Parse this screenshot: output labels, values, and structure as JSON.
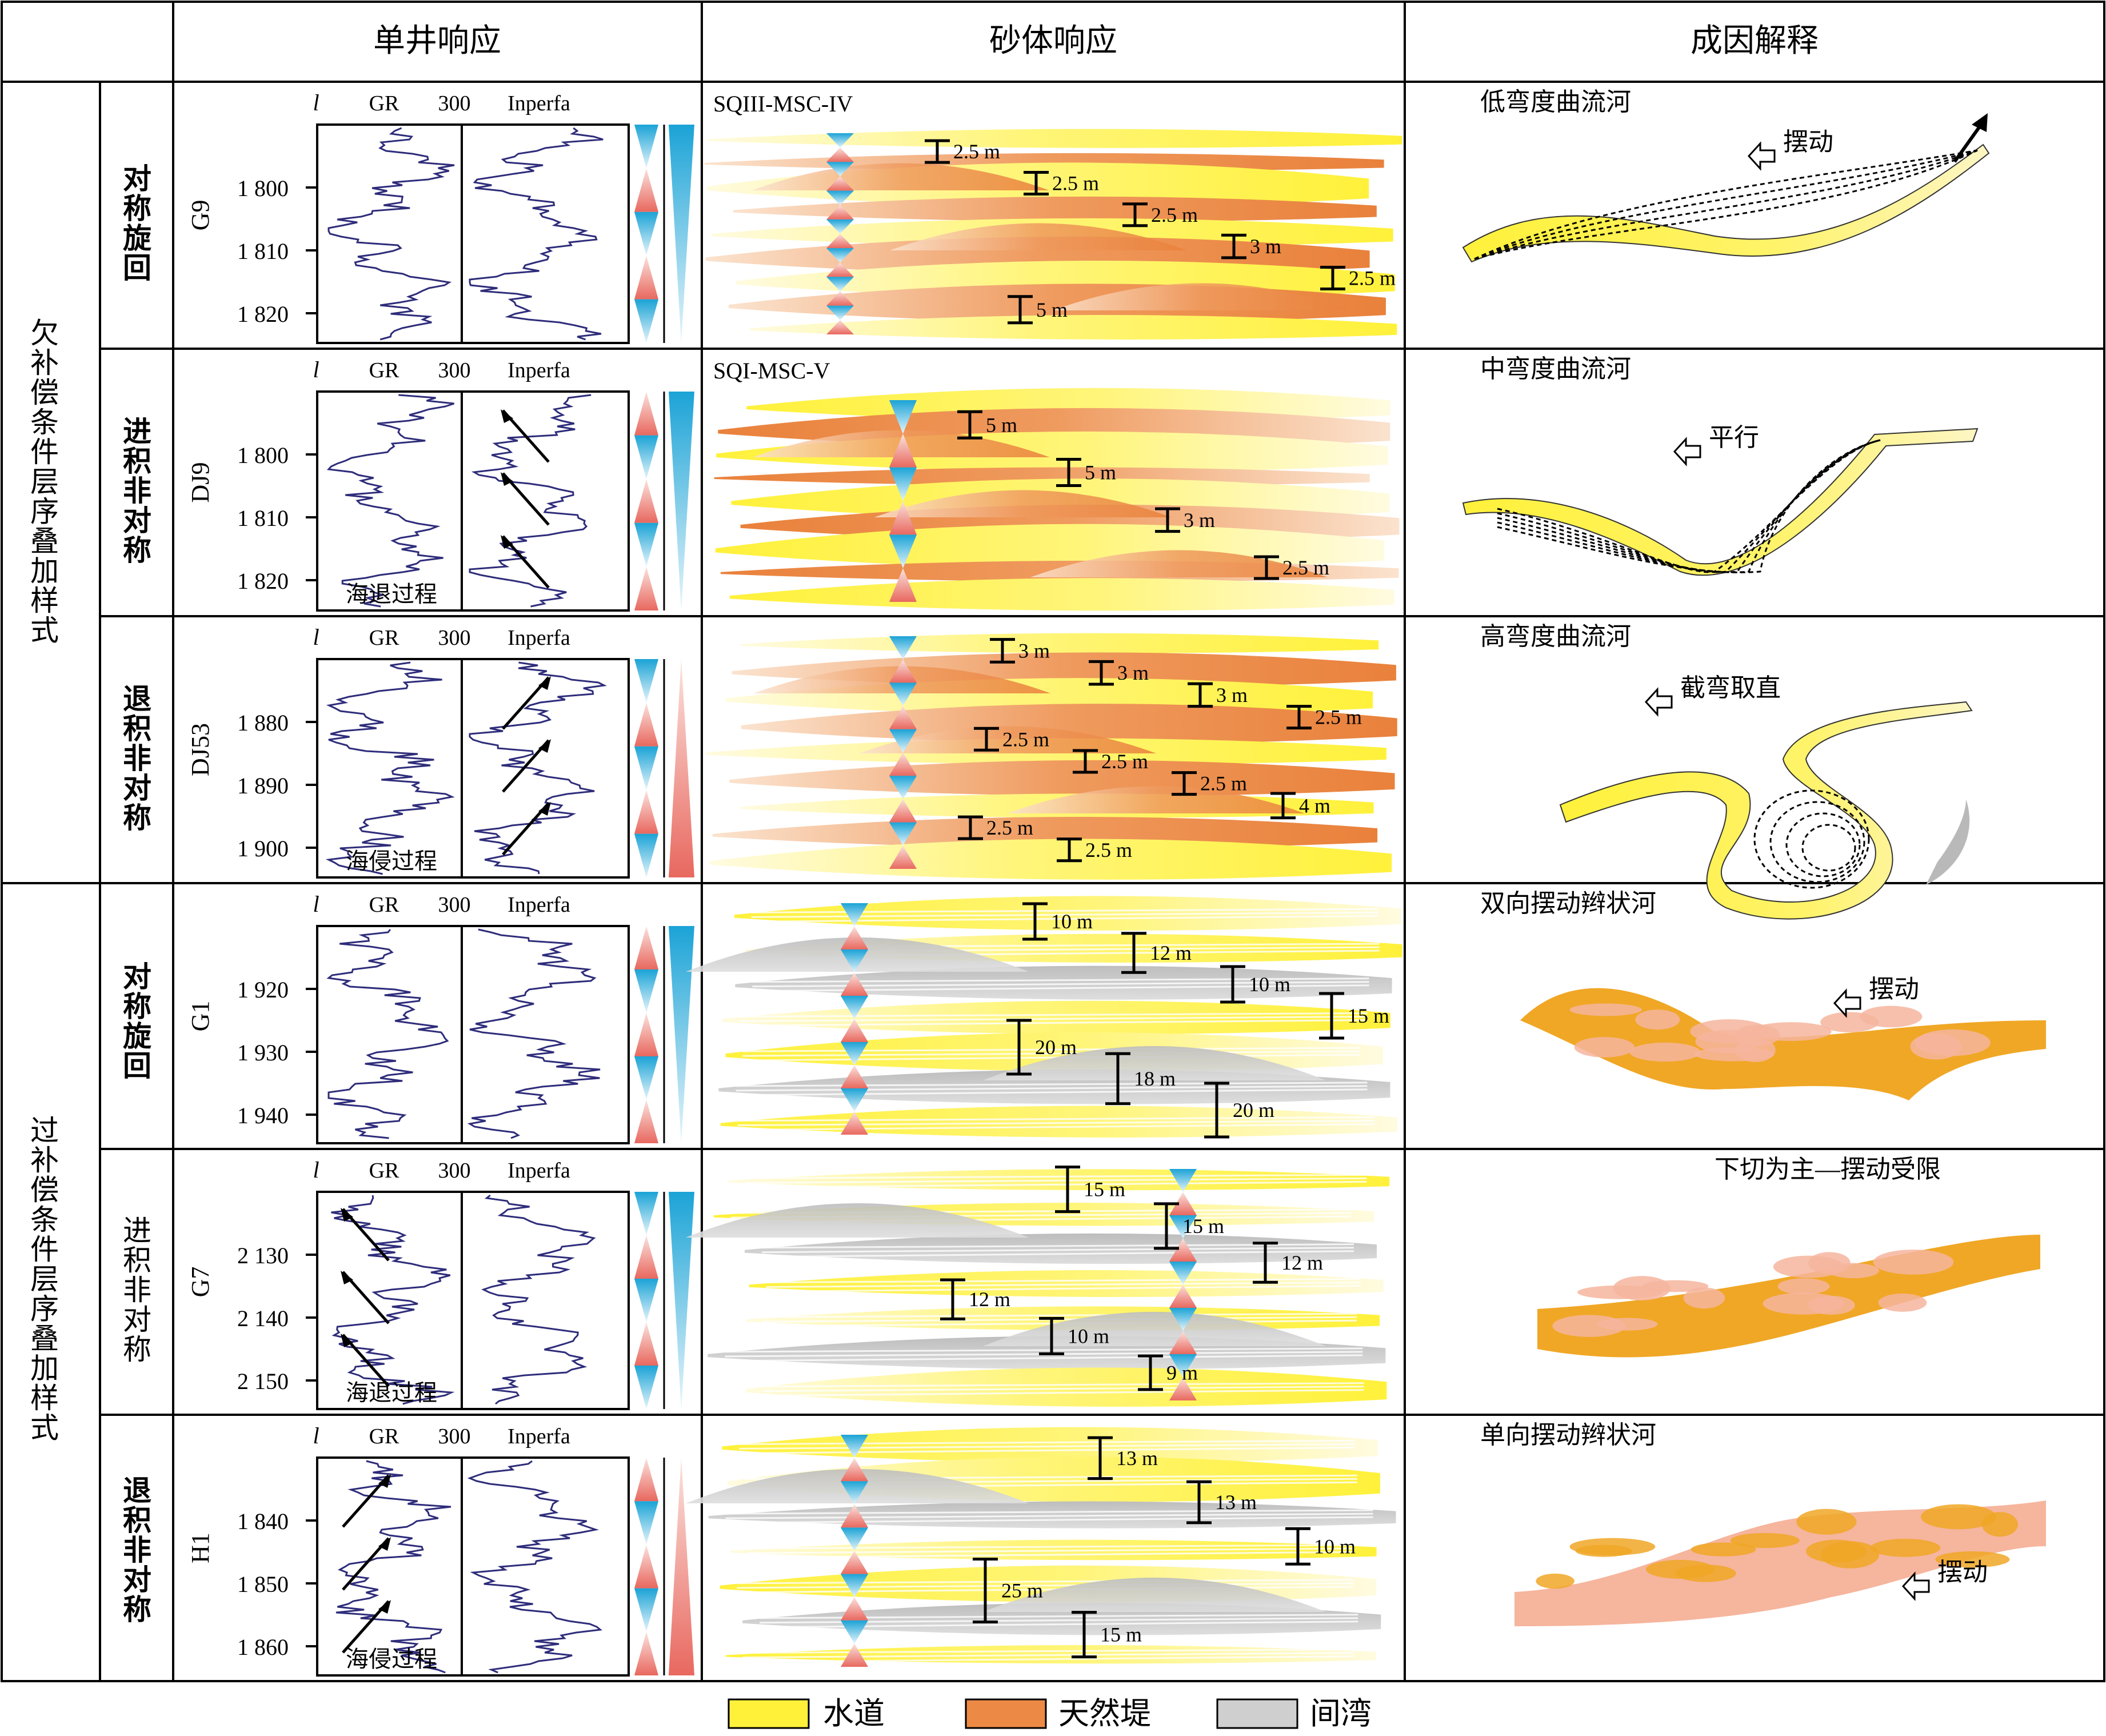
{
  "colors": {
    "channel": "#fff13a",
    "channel_light": "#fffbcf",
    "levee": "#ec8a45",
    "levee_light": "#fbe0c9",
    "interdistributary": "#cfcfcf",
    "cyan": "#1ba3d6",
    "red": "#e8685f",
    "curve": "#2e2c7a",
    "braided_dark": "#f0a726",
    "braided_light": "#f6b59d"
  },
  "headers": {
    "col_well": "单井响应",
    "col_sand": "砂体响应",
    "col_origin": "成因解释"
  },
  "groups": [
    {
      "label": [
        "欠",
        "补",
        "偿",
        "条",
        "件",
        "层",
        "序",
        "叠",
        "加",
        "样",
        "式"
      ]
    },
    {
      "label": [
        "过",
        "补",
        "偿",
        "条",
        "件",
        "层",
        "序",
        "叠",
        "加",
        "样",
        "式"
      ]
    }
  ],
  "track_labels": {
    "gr": "GR",
    "gr_max": "300",
    "inpefa": "Inperfa",
    "gr_min": "l"
  },
  "rows": [
    {
      "type": [
        "对",
        "称",
        "旋",
        "回"
      ],
      "well": "G9",
      "depths": [
        "1 800",
        "1 810",
        "1 820"
      ],
      "note": "",
      "sand_title": "SQIII-MSC-IV",
      "thickness": [
        "2.5 m",
        "2.5 m",
        "2.5 m",
        "3 m",
        "2.5 m",
        "5 m"
      ],
      "river": "低弯度曲流河",
      "tags": [
        "摆动"
      ]
    },
    {
      "type": [
        "进",
        "积",
        "非",
        "对",
        "称"
      ],
      "well": "DJ9",
      "depths": [
        "1 800",
        "1 810",
        "1 820"
      ],
      "note": "海退过程",
      "sand_title": "SQI-MSC-V",
      "thickness": [
        "5 m",
        "5 m",
        "3 m",
        "2.5 m"
      ],
      "river": "中弯度曲流河",
      "tags": [
        "平行"
      ]
    },
    {
      "type": [
        "退",
        "积",
        "非",
        "对",
        "称"
      ],
      "well": "DJ53",
      "depths": [
        "1 880",
        "1 890",
        "1 900"
      ],
      "note": "海侵过程",
      "sand_title": "",
      "thickness": [
        "3 m",
        "3 m",
        "3 m",
        "2.5 m",
        "2.5 m",
        "2.5 m",
        "2.5 m",
        "4 m",
        "2.5 m",
        "2.5 m"
      ],
      "river": "高弯度曲流河",
      "tags": [
        "截弯取直"
      ]
    },
    {
      "type": [
        "对",
        "称",
        "旋",
        "回"
      ],
      "well": "G1",
      "depths": [
        "1 920",
        "1 930",
        "1 940"
      ],
      "note": "",
      "sand_title": "",
      "thickness": [
        "10 m",
        "12 m",
        "10 m",
        "15 m",
        "20 m",
        "18 m",
        "20 m"
      ],
      "river": "双向摆动辫状河",
      "tags": [
        "摆动"
      ]
    },
    {
      "type": [
        "进",
        "积",
        "非",
        "对",
        "称"
      ],
      "well": "G7",
      "depths": [
        "2 130",
        "2 140",
        "2 150"
      ],
      "note": "海退过程",
      "sand_title": "",
      "thickness": [
        "15 m",
        "15 m",
        "12 m",
        "12 m",
        "10 m",
        "9 m"
      ],
      "river": "下切为主—摆动受限",
      "tags": []
    },
    {
      "type": [
        "退",
        "积",
        "非",
        "对",
        "称"
      ],
      "well": "H1",
      "depths": [
        "1 840",
        "1 850",
        "1 860"
      ],
      "note": "海侵过程",
      "sand_title": "",
      "thickness": [
        "13 m",
        "13 m",
        "10 m",
        "25 m",
        "15 m"
      ],
      "river": "单向摆动辫状河",
      "tags": [
        "摆动"
      ]
    }
  ],
  "legend": [
    {
      "label": "水道",
      "color": "#fff13a"
    },
    {
      "label": "天然堤",
      "color": "#ec8a45"
    },
    {
      "label": "间湾",
      "color": "#cfcfcf"
    }
  ]
}
